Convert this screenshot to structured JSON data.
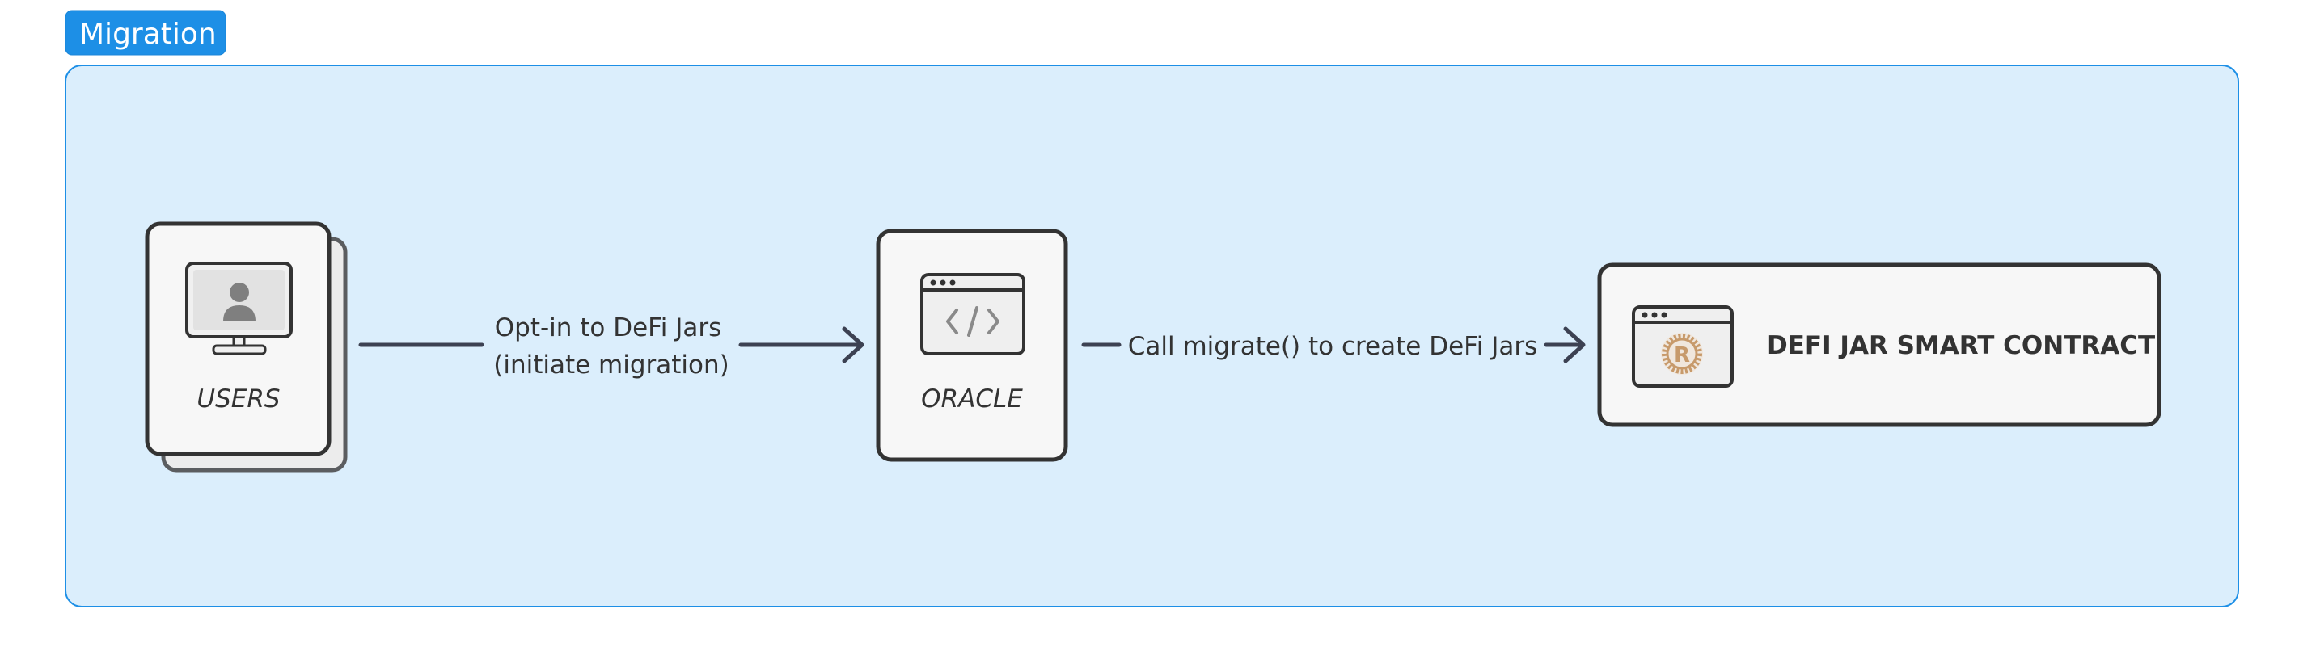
{
  "group": {
    "label": "Migration"
  },
  "nodes": {
    "users": {
      "label": "USERS",
      "icon": "monitor-user-icon"
    },
    "oracle": {
      "label": "ORACLE",
      "icon": "code-window-icon"
    },
    "contract": {
      "label": "DEFI JAR SMART CONTRACT",
      "icon": "rust-logo-window-icon"
    }
  },
  "edges": {
    "users_to_oracle": {
      "line1": "Opt-in to DeFi Jars",
      "line2": "(initiate migration)"
    },
    "oracle_to_contract": {
      "label": "Call migrate() to create DeFi Jars"
    }
  },
  "colors": {
    "group_fill": "#dbeefc",
    "group_border": "#1d8fe6",
    "group_tab": "#1d8fe6",
    "node_fill": "#f7f7f7",
    "node_border": "#333333",
    "arrow": "#3c4152",
    "rust_logo": "#c79a6b"
  }
}
